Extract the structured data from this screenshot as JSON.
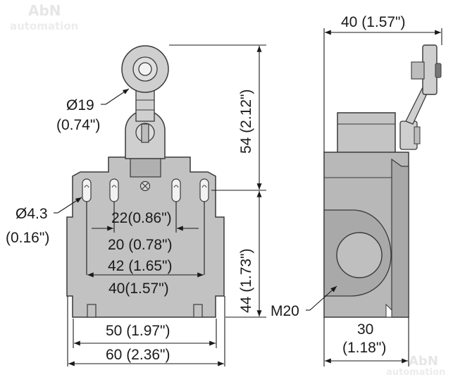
{
  "watermark": {
    "brand": "AbN",
    "subtitle": "automation"
  },
  "front_view": {
    "roller_diameter": {
      "mm": "Ø19",
      "inch": "(0.74\")"
    },
    "hole_diameter": {
      "mm": "Ø4.3",
      "inch": "(0.16\")"
    },
    "dim_22": "22(0.86\")",
    "dim_20": "20 (0.78\")",
    "dim_42": "42 (1.65\")",
    "dim_40": "40(1.57\")",
    "dim_50": "50 (1.97\")",
    "dim_60": "60 (2.36\")",
    "dim_54": "54 (2.12\")",
    "dim_44": "44 (1.73\")"
  },
  "side_view": {
    "dim_top": "40 (1.57\")",
    "thread": "M20",
    "dim_bottom_mm": "30",
    "dim_bottom_inch": "(1.18\")"
  },
  "colors": {
    "body": "#c2c2c2",
    "body_dark": "#9a9a9a",
    "line": "#3a3a3a",
    "dim": "#1a1a1a"
  }
}
